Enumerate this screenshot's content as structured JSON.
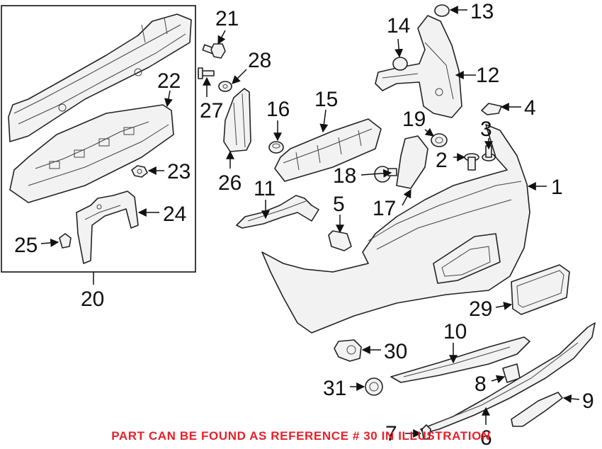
{
  "footer_note": "PART CAN BE FOUND AS REFERENCE # 30 IN ILLUSTRATION",
  "callouts": {
    "c1": "1",
    "c2": "2",
    "c3": "3",
    "c4": "4",
    "c5": "5",
    "c6": "6",
    "c7": "7",
    "c8": "8",
    "c9": "9",
    "c10": "10",
    "c11": "11",
    "c12": "12",
    "c13": "13",
    "c14": "14",
    "c15": "15",
    "c16": "16",
    "c17": "17",
    "c18": "18",
    "c19": "19",
    "c20": "20",
    "c21": "21",
    "c22": "22",
    "c23": "23",
    "c24": "24",
    "c25": "25",
    "c26": "26",
    "c27": "27",
    "c28": "28",
    "c29": "29",
    "c30": "30",
    "c31": "31"
  },
  "colors": {
    "note": "#e8202a",
    "line": "#222222",
    "part_fill": "#f2f2f2"
  }
}
